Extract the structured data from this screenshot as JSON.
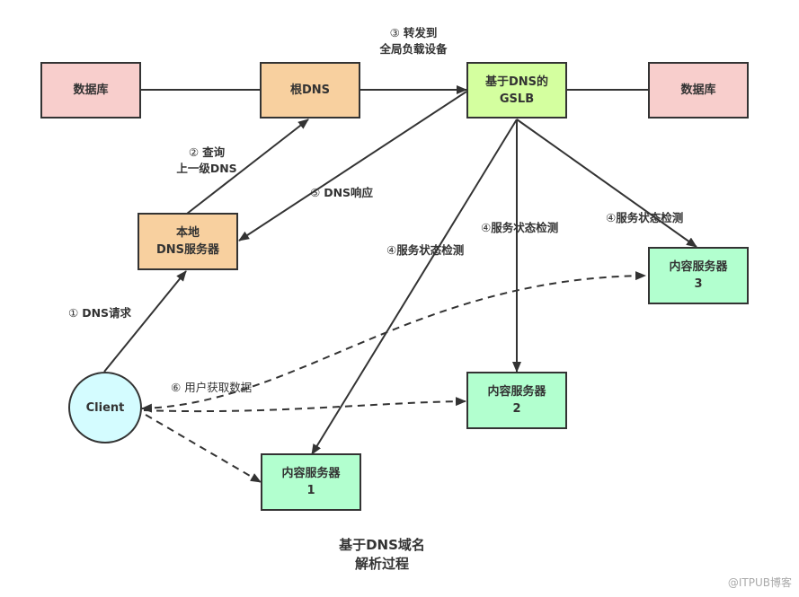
{
  "diagram": {
    "title_line1": "基于DNS域名",
    "title_line2": "解析过程",
    "watermark": "@ITPUB博客",
    "colors": {
      "database": "#f8cecc",
      "dns": "#f8d09f",
      "gslb": "#d4ff9f",
      "content_server": "#b2ffcf",
      "client": "#d4fcff",
      "stroke": "#333333"
    },
    "nodes": {
      "db_left": {
        "line1": "数据库"
      },
      "root_dns": {
        "line1": "根DNS"
      },
      "gslb": {
        "line1": "基于DNS的",
        "line2": "GSLB"
      },
      "db_right": {
        "line1": "数据库"
      },
      "local_dns": {
        "line1": "本地",
        "line2": "DNS服务器"
      },
      "client": {
        "line1": "Client"
      },
      "server1": {
        "line1": "内容服务器",
        "line2": "1"
      },
      "server2": {
        "line1": "内容服务器",
        "line2": "2"
      },
      "server3": {
        "line1": "内容服务器",
        "line2": "3"
      }
    },
    "edges": [
      {
        "from": "client",
        "to": "local_dns",
        "style": "solid",
        "step": "①",
        "label": "DNS请求"
      },
      {
        "from": "local_dns",
        "to": "root_dns",
        "style": "solid",
        "step": "②",
        "label": "查询",
        "label2": "上一级DNS"
      },
      {
        "from": "root_dns",
        "to": "gslb",
        "style": "solid",
        "step": "③",
        "label": "转发到",
        "label2": "全局负载设备"
      },
      {
        "from": "gslb",
        "to": "server1",
        "style": "solid",
        "step": "④",
        "label": "服务状态检测"
      },
      {
        "from": "gslb",
        "to": "server2",
        "style": "solid",
        "step": "④",
        "label": "服务状态检测"
      },
      {
        "from": "gslb",
        "to": "server3",
        "style": "solid",
        "step": "④",
        "label": "服务状态检测"
      },
      {
        "from": "gslb",
        "to": "local_dns",
        "style": "solid",
        "step": "⑤",
        "label": "DNS响应"
      },
      {
        "from": "client",
        "to": "server1",
        "style": "dashed",
        "step": "⑥",
        "label": "用户获取数据"
      },
      {
        "from": "client",
        "to": "server2",
        "style": "dashed"
      },
      {
        "from": "client",
        "to": "server3",
        "style": "dashed"
      },
      {
        "from": "db_left",
        "to": "root_dns",
        "style": "solid-line"
      },
      {
        "from": "gslb",
        "to": "db_right",
        "style": "solid-line"
      }
    ]
  }
}
